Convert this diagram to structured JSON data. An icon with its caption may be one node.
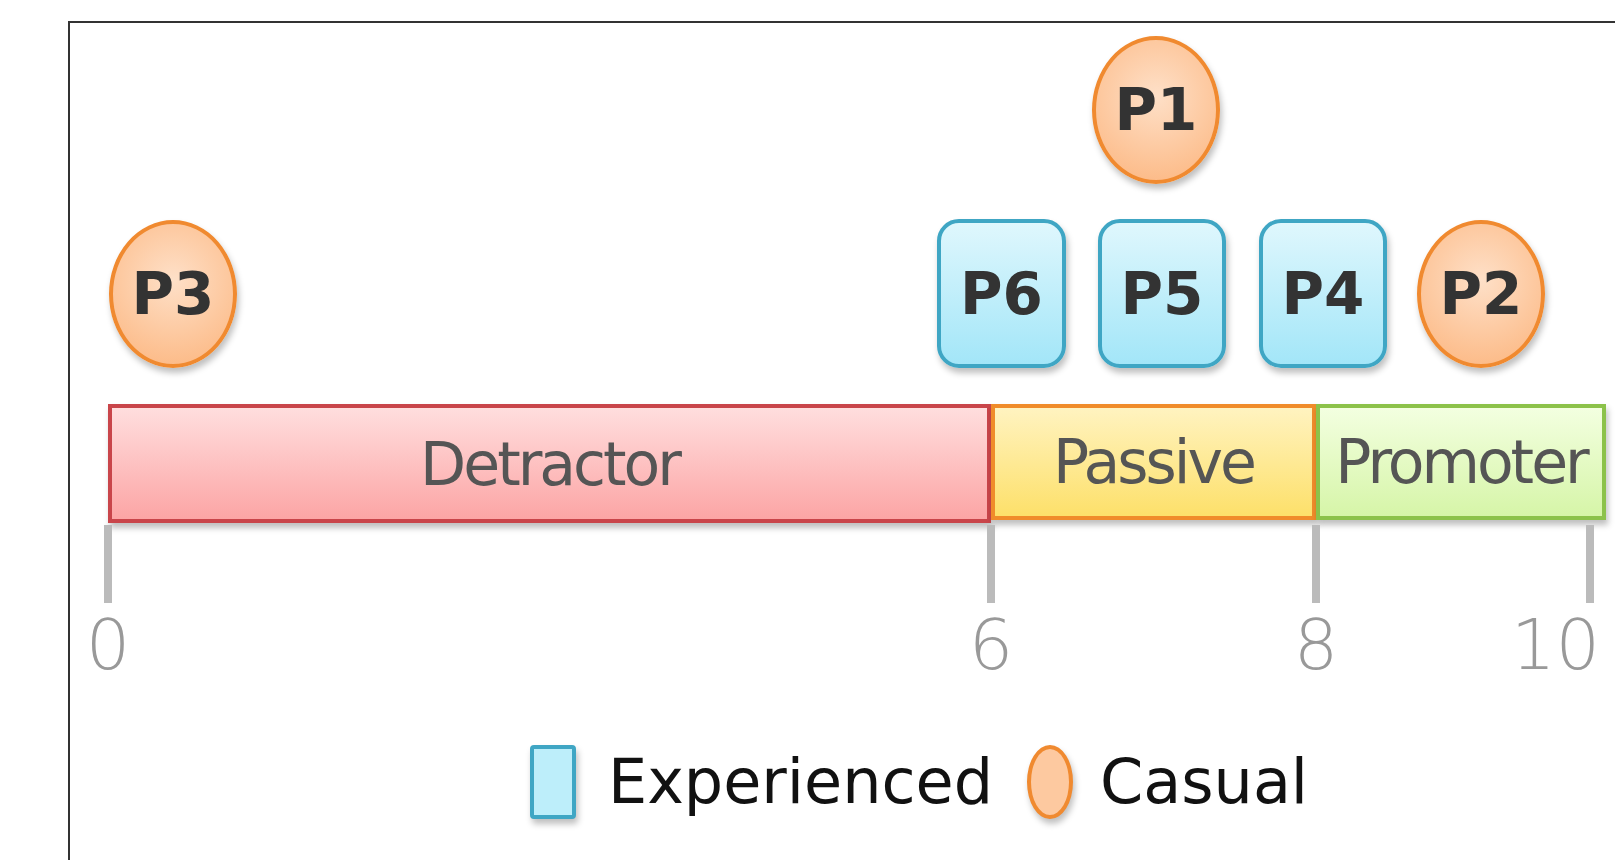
{
  "diagram": {
    "nodes": [
      {
        "text": [
          "P1"
        ]
      },
      {
        "text": [
          "P3"
        ]
      },
      {
        "text": [
          "P6"
        ]
      },
      {
        "text": [
          "P5"
        ]
      },
      {
        "text": [
          "P4"
        ]
      },
      {
        "text": [
          "P2"
        ]
      },
      {
        "text": [
          "Detractor"
        ]
      },
      {
        "text": [
          "Passive"
        ]
      },
      {
        "text": [
          "Promoter"
        ]
      }
    ],
    "edges": [],
    "labels": [
      "0",
      "6",
      "8",
      "10"
    ],
    "legend": [
      {
        "text": "Experienced",
        "color": "#bdeefa"
      },
      {
        "text": "Casual",
        "color": "#fdc9a0"
      }
    ]
  }
}
